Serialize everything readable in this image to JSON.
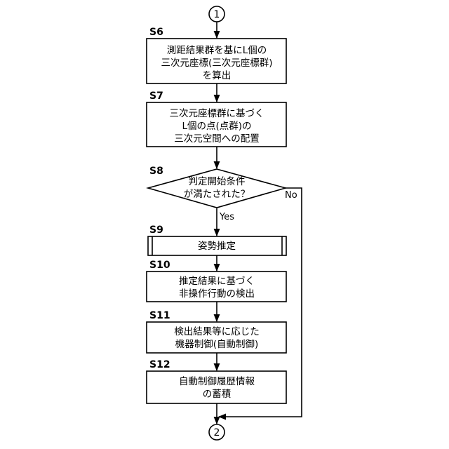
{
  "connectors": {
    "top": "1",
    "bottom": "2"
  },
  "steps": {
    "s6": {
      "label": "S6",
      "lines": [
        "測距結果群を基にL個の",
        "三次元座標(三次元座標群)",
        "を算出"
      ]
    },
    "s7": {
      "label": "S7",
      "lines": [
        "三次元座標群に基づく",
        "L個の点(点群)の",
        "三次元空間への配置"
      ]
    },
    "s8": {
      "label": "S8",
      "lines": [
        "判定開始条件",
        "が満たされた？"
      ],
      "yes": "Yes",
      "no": "No"
    },
    "s9": {
      "label": "S9",
      "lines": [
        "姿勢推定"
      ]
    },
    "s10": {
      "label": "S10",
      "lines": [
        "推定結果に基づく",
        "非操作行動の検出"
      ]
    },
    "s11": {
      "label": "S11",
      "lines": [
        "検出結果等に応じた",
        "機器制御(自動制御)"
      ]
    },
    "s12": {
      "label": "S12",
      "lines": [
        "自動制御履歴情報",
        "の蓄積"
      ]
    }
  }
}
